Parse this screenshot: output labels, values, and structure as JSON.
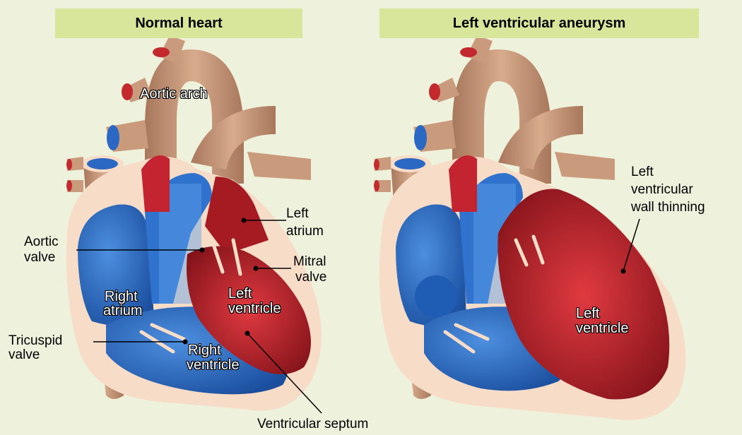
{
  "panels": {
    "normal": {
      "title": "Normal heart"
    },
    "aneurysm": {
      "title": "Left ventricular aneurysm"
    }
  },
  "labels": {
    "aortic_arch": "Aortic arch",
    "left_atrium_1": "Left",
    "left_atrium_2": "atrium",
    "aortic_valve_1": "Aortic",
    "aortic_valve_2": "valve",
    "mitral_valve_1": "Mitral",
    "mitral_valve_2": "valve",
    "right_atrium_1": "Right",
    "right_atrium_2": "atrium",
    "left_ventricle_1": "Left",
    "left_ventricle_2": "ventricle",
    "tricuspid_valve_1": "Tricuspid",
    "tricuspid_valve_2": "valve",
    "right_ventricle_1": "Right",
    "right_ventricle_2": "ventricle",
    "ventricular_septum": "Ventricular septum",
    "lv_wall_thinning_1": "Left",
    "lv_wall_thinning_2": "ventricular",
    "lv_wall_thinning_3": "wall thinning",
    "aneurysm_lv_1": "Left",
    "aneurysm_lv_2": "ventricle"
  },
  "colors": {
    "background": "#eef2dc",
    "title_bar": "#d7e69a",
    "vessel_tan": "#c99a7c",
    "wall_pink": "#f7dcc8",
    "oxygen_poor_blue": "#2a68c4",
    "oxygen_rich_red": "#c42430"
  }
}
